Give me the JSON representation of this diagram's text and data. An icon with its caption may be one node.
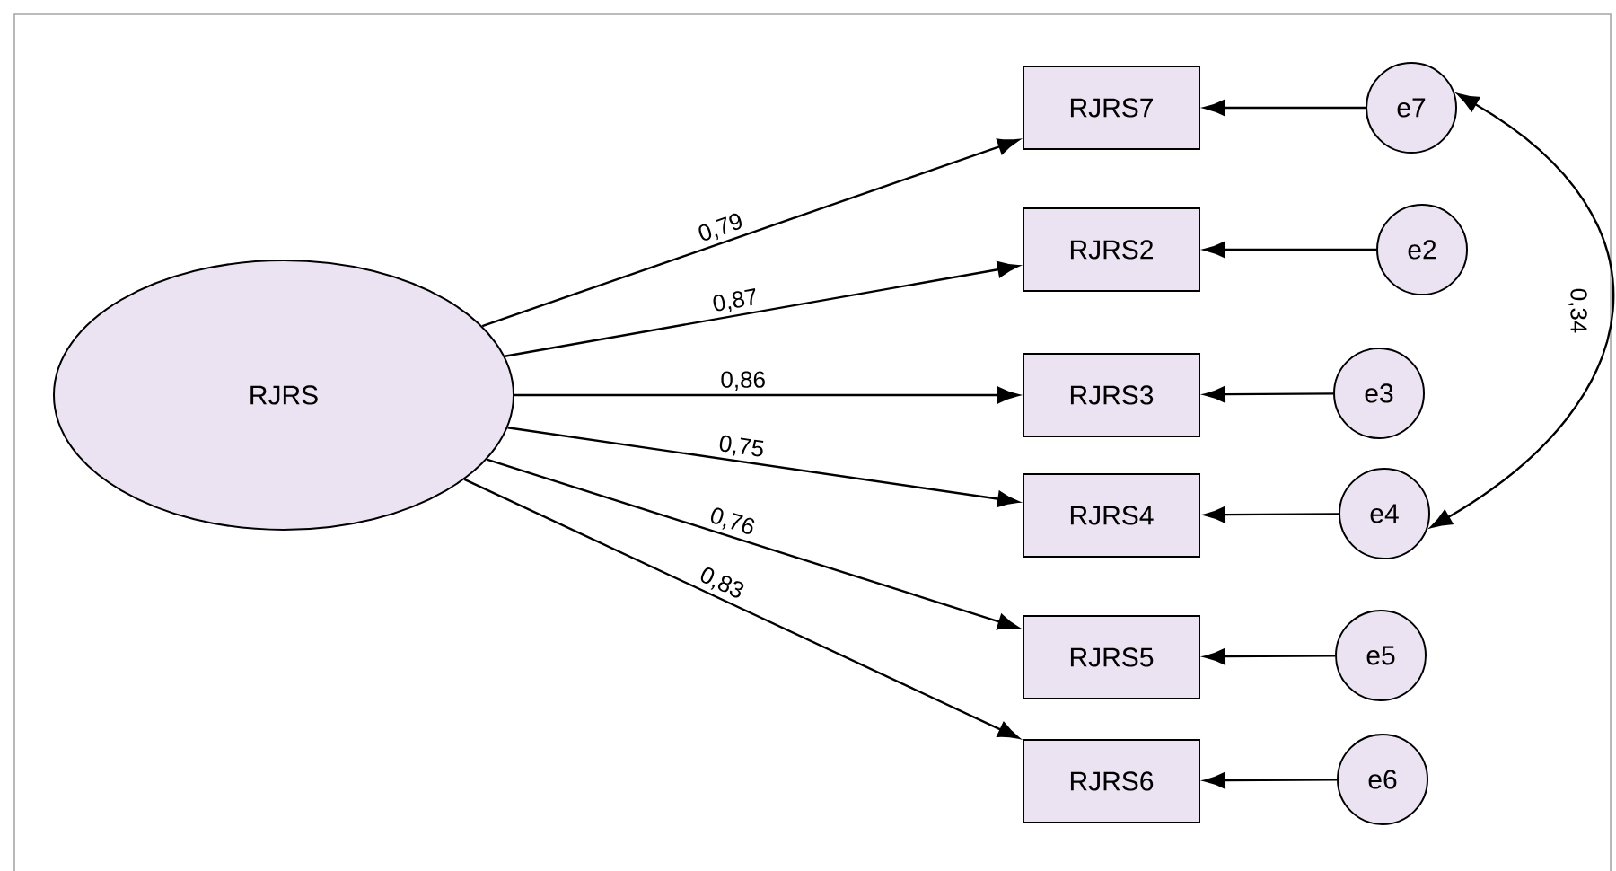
{
  "diagram": {
    "nodes": [
      {
        "text": [
          "RJRS"
        ]
      },
      {
        "text": [
          "RJRS7"
        ]
      },
      {
        "text": [
          "RJRS2"
        ]
      },
      {
        "text": [
          "RJRS3"
        ]
      },
      {
        "text": [
          "RJRS4"
        ]
      },
      {
        "text": [
          "RJRS5"
        ]
      },
      {
        "text": [
          "RJRS6"
        ]
      },
      {
        "text": [
          "e7"
        ]
      },
      {
        "text": [
          "e2"
        ]
      },
      {
        "text": [
          "e3"
        ]
      },
      {
        "text": [
          "e4"
        ]
      },
      {
        "text": [
          "e5"
        ]
      },
      {
        "text": [
          "e6"
        ]
      }
    ],
    "edges": [
      {
        "from": 0,
        "to": 1,
        "arrow": "to",
        "label": "0,79"
      },
      {
        "from": 0,
        "to": 2,
        "arrow": "to",
        "label": "0,87"
      },
      {
        "from": 0,
        "to": 3,
        "arrow": "to",
        "label": "0,86"
      },
      {
        "from": 0,
        "to": 4,
        "arrow": "to",
        "label": "0,75"
      },
      {
        "from": 0,
        "to": 5,
        "arrow": "to",
        "label": "0,76"
      },
      {
        "from": 0,
        "to": 6,
        "arrow": "to",
        "label": "0,83"
      },
      {
        "from": 7,
        "to": 1,
        "arrow": "to"
      },
      {
        "from": 8,
        "to": 2,
        "arrow": "to"
      },
      {
        "from": 9,
        "to": 3,
        "arrow": "to"
      },
      {
        "from": 10,
        "to": 4,
        "arrow": "to"
      },
      {
        "from": 11,
        "to": 5,
        "arrow": "to"
      },
      {
        "from": 12,
        "to": 6,
        "arrow": "to"
      },
      {
        "from": 7,
        "to": 10,
        "arrow": "both",
        "label": "0,34"
      }
    ]
  }
}
